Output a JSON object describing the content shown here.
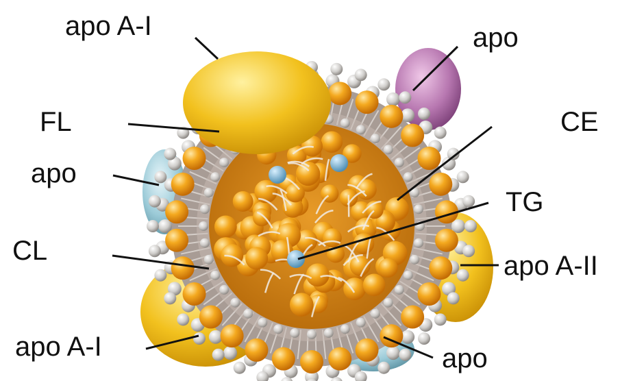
{
  "labels": {
    "apo_ai_top": "apo  A-I",
    "apo_top_right": "apo",
    "fl": "FL",
    "ce": "CE",
    "apo_left": "apo",
    "tg": "TG",
    "cl": "CL",
    "apo_aii": "apo A-II",
    "apo_ai_bottom": "apo  A-I",
    "apo_bottom_right": "apo"
  },
  "colors": {
    "shell": "#b8aca6",
    "core": "#d88a14",
    "bead": "#f0a21c",
    "head": "#d8d6d2",
    "apo_yellow": "#f2c11e",
    "apo_blue": "#9ccbd8",
    "apo_purple": "#b777b0"
  }
}
